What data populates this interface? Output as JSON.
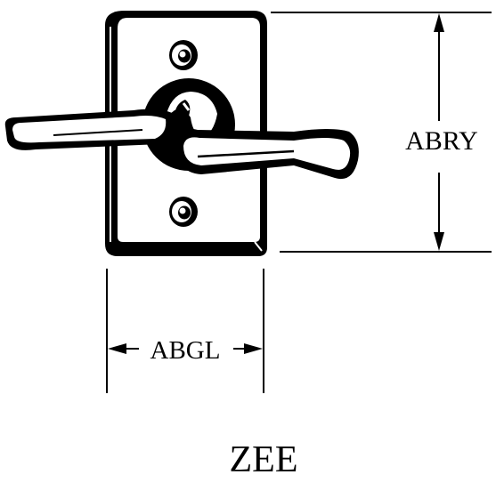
{
  "figure": {
    "height_label": "ABRY",
    "width_label": "ABGL",
    "caption": "ZEE"
  },
  "colors": {
    "ink": "#000000",
    "paper": "#ffffff"
  },
  "icons": {
    "hardware": "door-lever-handle-on-backplate",
    "screws": "screw-icon",
    "arrows": "dimension-arrow-icon"
  }
}
